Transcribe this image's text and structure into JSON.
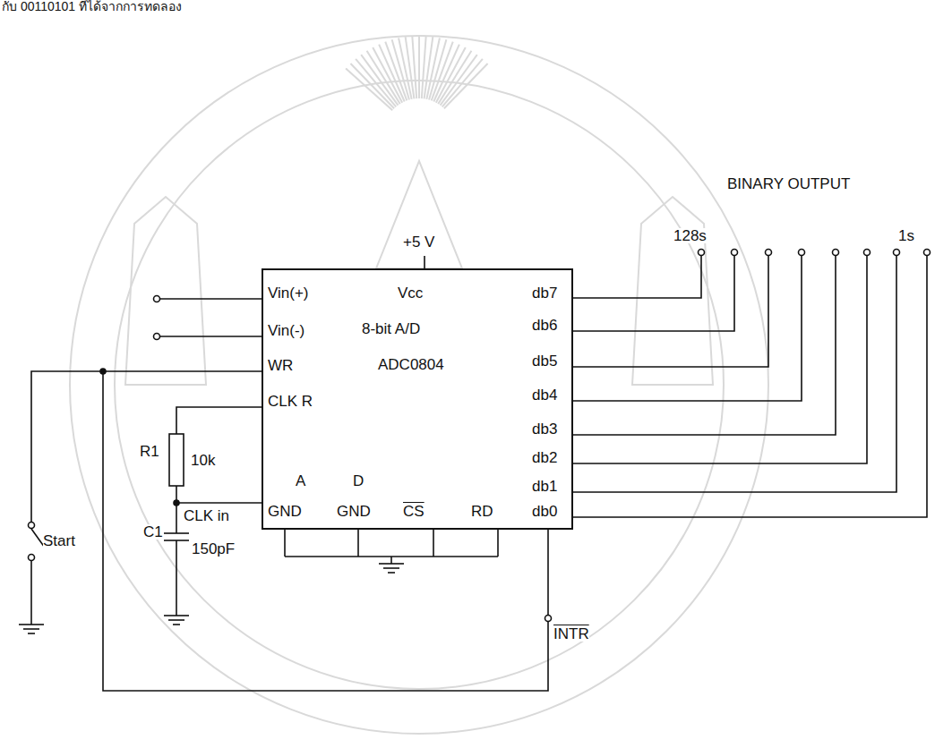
{
  "diagram": {
    "nodes": [
      {
        "text": [
          "Vcc",
          "Vin(+)",
          "Vin(-)",
          "8-bit A/D",
          "WR",
          "ADC0804",
          "CLK R",
          "A",
          "D",
          "GND",
          "GND",
          "CS",
          "RD",
          "db7",
          "db6",
          "db5",
          "db4",
          "db3",
          "db2",
          "db1",
          "db0"
        ]
      }
    ],
    "labels": [
      "กับ 00110101 ที่ได้จากการทดลอง",
      "BINARY OUTPUT",
      "128s",
      "1s",
      "+5 V",
      "R1",
      "10k",
      "Start",
      "CLK in",
      "C1",
      "150pF",
      "INTR"
    ]
  }
}
